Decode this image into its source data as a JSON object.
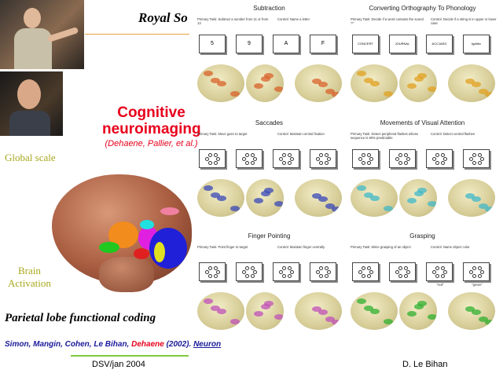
{
  "slide": {
    "top_title": "Royal So",
    "headline_line1": "Cognitive",
    "headline_line2": "neuroimaging",
    "headline_credit": "(Dehaene, Pallier, et al.)",
    "scale_label": "Global scale",
    "brain_label_line1": "Brain",
    "brain_label_line2": "Activation",
    "bottom_title": "Parietal lobe functional coding",
    "citation": {
      "authors_blue": "Simon, Mangin, Cohen, Le Bihan,",
      "author_red": "Dehaene",
      "year": "(2002).",
      "journal": "Neuron"
    },
    "footer_left": "DSV/jan 2004",
    "footer_right": "D. Le Bihan"
  },
  "colors": {
    "headline": "#e8001c",
    "olive": "#a8a81e",
    "citation_blue": "#1a1a9a",
    "citation_red": "#e8001c",
    "footer_line": "#7ec83a"
  },
  "figure": {
    "panels": [
      {
        "title": "Subtraction",
        "primary_task": "Primary Task: Subtract a number from 11 or from 13",
        "control_task": "Control: Name a letter",
        "stimuli": [
          "5",
          "9",
          "A",
          "F"
        ],
        "activation_color": "#d8622a"
      },
      {
        "title": "Converting Orthography To Phonology",
        "primary_task": "Primary Task: Decide if a word contains the sound \"r\"",
        "control_task": "Control: Decide if a string is in upper or lower case",
        "stimuli": [
          "CONCERT",
          "JOURNAL",
          "ACCJASG",
          "fgdrlkx"
        ],
        "activation_color": "#e0a020"
      },
      {
        "title": "Saccades",
        "primary_task": "Primary Task: Move gaze to target",
        "control_task": "Control: Maintain central fixation",
        "stimuli": [
          "",
          "",
          "",
          ""
        ],
        "activation_color": "#3848b8"
      },
      {
        "title": "Movements of Visual Attention",
        "primary_task": "Primary Task: Detect peripheral flashes whose sequence is 80% predictable",
        "control_task": "Control: Detect central flashes",
        "stimuli": [
          "",
          "",
          "",
          ""
        ],
        "activation_color": "#40b8c8"
      },
      {
        "title": "Finger Pointing",
        "primary_task": "Primary Task: Point finger to target",
        "control_task": "Control: Maintain finger centrally",
        "stimuli": [
          "",
          "",
          "",
          ""
        ],
        "activation_color": "#c050b8"
      },
      {
        "title": "Grasping",
        "primary_task": "Primary Task: Mime grasping of an object",
        "control_task": "Control: Name object color",
        "stimuli": [
          "",
          "",
          "",
          ""
        ],
        "captions": [
          "\"red\"",
          "\"green\""
        ],
        "activation_color": "#30b030"
      }
    ]
  }
}
